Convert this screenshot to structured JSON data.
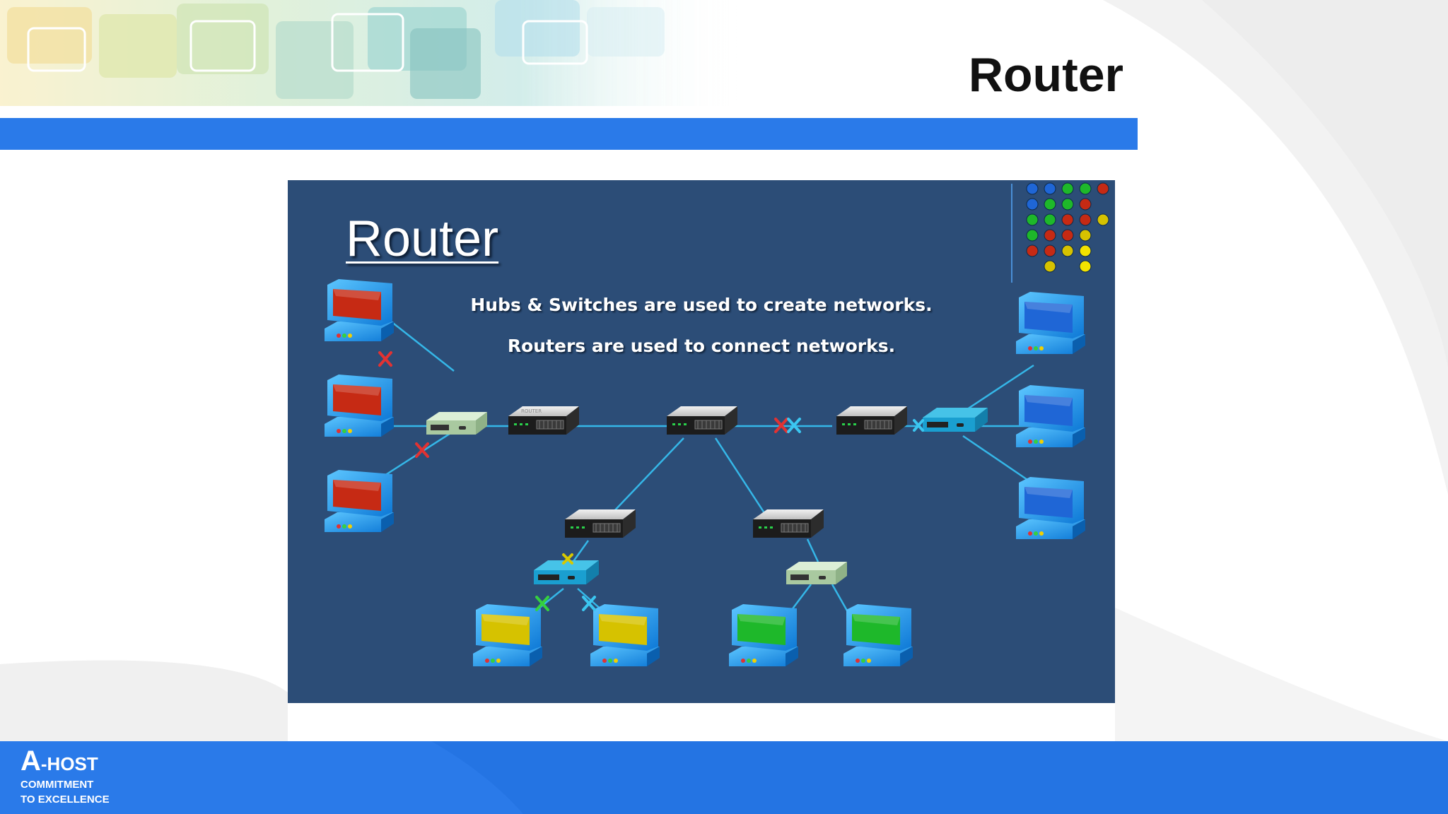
{
  "header": {
    "title": "Router"
  },
  "footer": {
    "brand_letter": "A",
    "brand_rest": "-HOST",
    "tagline_1": "COMMITMENT",
    "tagline_2": "TO  EXCELLENCE"
  },
  "slide": {
    "title": "Router",
    "text_1": "Hubs & Switches are used to create networks.",
    "text_2": "Routers are used to connect networks.",
    "router_label": "ROUTER"
  },
  "colors": {
    "accent_blue": "#2a7ae9",
    "slide_bg": "#2c4d77",
    "link_line": "#35b7e8",
    "screen_red": "#c62a14",
    "screen_blue": "#1f66d6",
    "screen_yellow": "#d6c200",
    "screen_green": "#1eb82a"
  }
}
